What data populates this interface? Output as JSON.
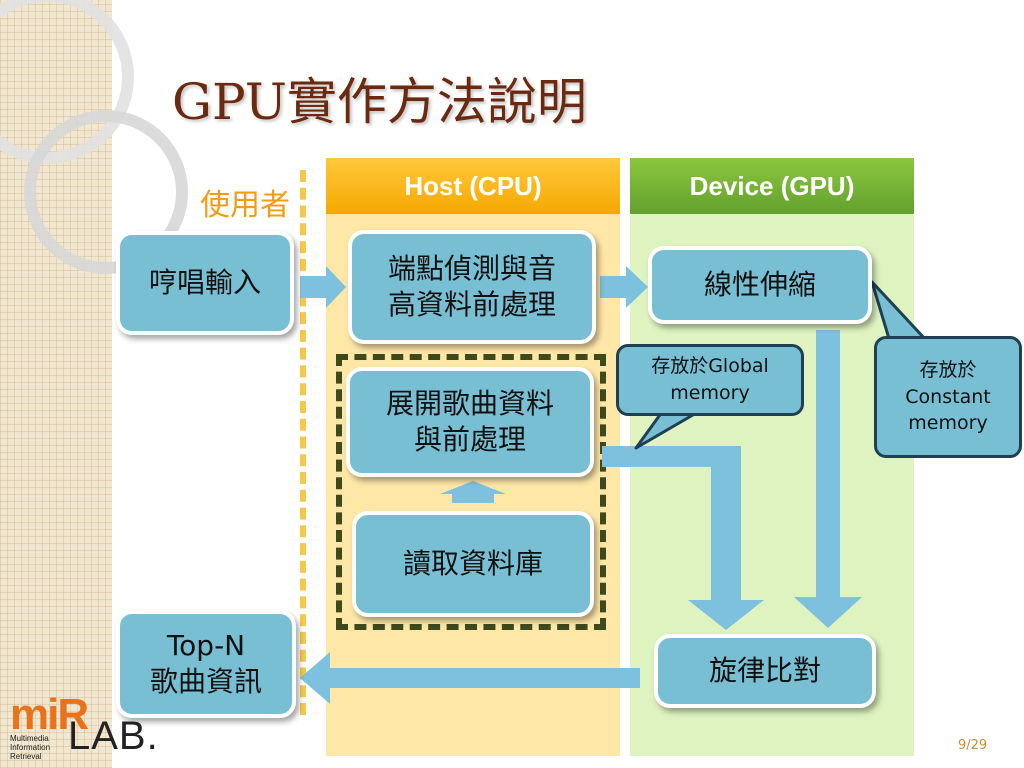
{
  "title": "GPU實作方法說明",
  "user_label": "使用者",
  "columns": {
    "host": "Host (CPU)",
    "device": "Device (GPU)"
  },
  "boxes": {
    "humming_input": "哼唱輸入",
    "endpoint_pitch": "端點偵測與音\n高資料前處理",
    "linear_scaling": "線性伸縮",
    "expand_songs": "展開歌曲資料\n與前處理",
    "read_db": "讀取資料庫",
    "melody_match": "旋律比對",
    "top_n": "Top-N\n歌曲資訊"
  },
  "callouts": {
    "global": "存放於Global\nmemory",
    "constant": "存放於\nConstant\nmemory"
  },
  "page_number": "9/29",
  "logo": {
    "mir": "miR",
    "lab": "LAB.",
    "subtitle": "Multimedia\nInformation\nRetrieval"
  },
  "colors": {
    "box": "#79bfd4",
    "arrow": "#7ec1de",
    "host": "#ffe7a8",
    "device": "#def3c0",
    "title": "#6b2a10"
  }
}
